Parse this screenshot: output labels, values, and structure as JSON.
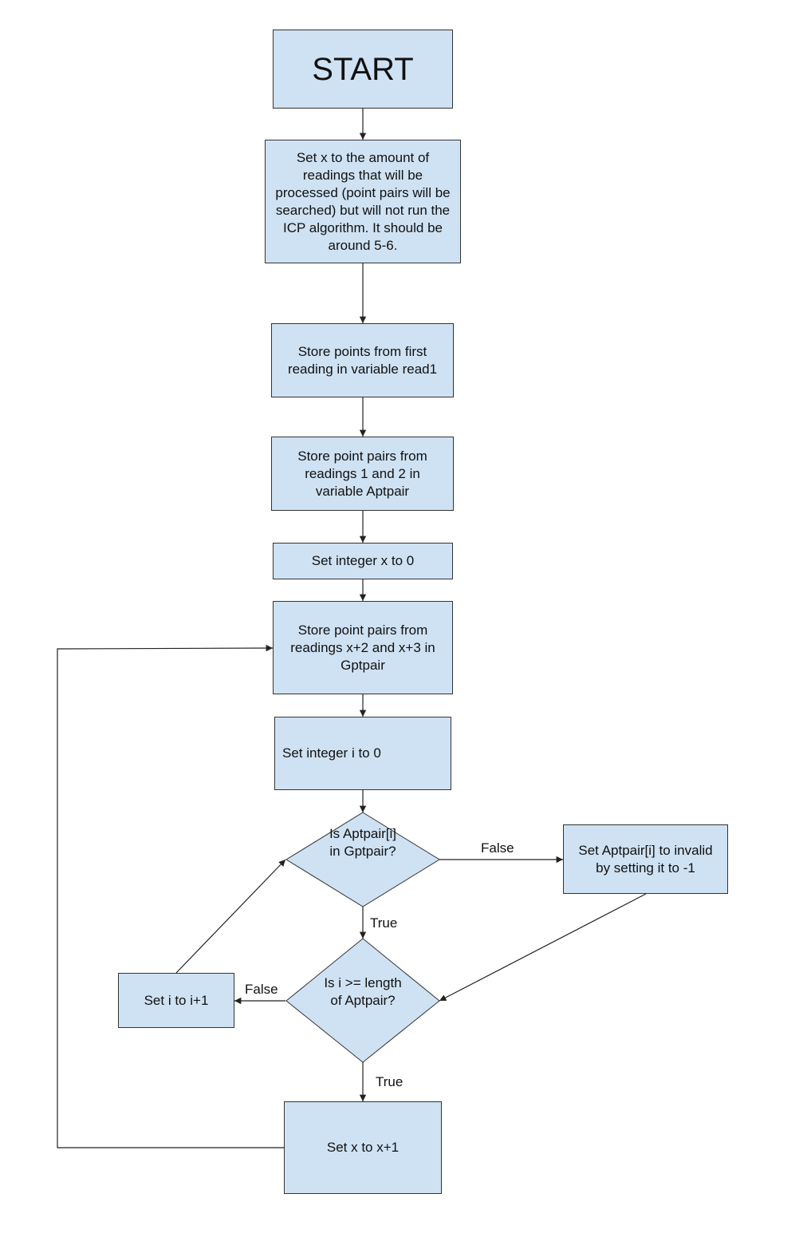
{
  "nodes": {
    "start": "START",
    "set_x_amount": "Set x to the amount of readings that will be processed (point pairs will be searched) but will not run the ICP algorithm. It should be around 5-6.",
    "store_read1": "Store points from first reading in variable read1",
    "store_aptpair": "Store point pairs from readings 1 and 2 in variable Aptpair",
    "set_x_zero": "Set integer x to 0",
    "store_gptpair": "Store point pairs from readings x+2 and x+3 in Gptpair",
    "set_i_zero": "Set integer i to 0",
    "decision_in_gptpair": "Is Aptpair[i] in Gptpair?",
    "set_invalid": "Set Aptpair[i] to invalid by setting it to -1",
    "decision_length": "Is i >= length of Aptpair?",
    "set_i_inc": "Set i to i+1",
    "set_x_inc": "Set x to x+1"
  },
  "edge_labels": {
    "false_right": "False",
    "true_down_1": "True",
    "false_left": "False",
    "true_down_2": "True"
  },
  "colors": {
    "node_fill": "#cfe2f3",
    "stroke": "#333333"
  }
}
